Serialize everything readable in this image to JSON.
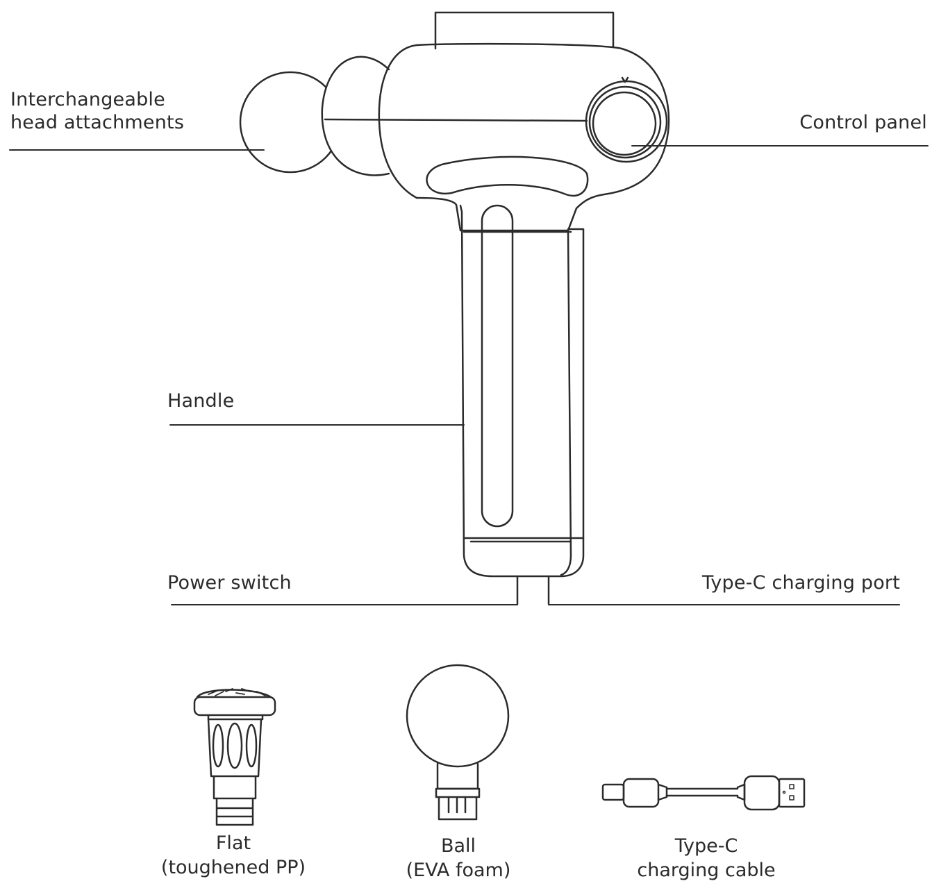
{
  "callouts": {
    "head_attachments": {
      "line1": "Interchangeable",
      "line2": "head attachments"
    },
    "control_panel": "Control panel",
    "handle": "Handle",
    "power_switch": "Power switch",
    "charging_port": "Type-C charging port"
  },
  "accessories": [
    {
      "line1": "Flat",
      "line2": "(toughened PP)"
    },
    {
      "line1": "Ball",
      "line2": "(EVA foam)"
    },
    {
      "line1": "Type-C",
      "line2": "charging cable"
    }
  ],
  "colors": {
    "line": "#2b2b2b",
    "background": "#ffffff"
  }
}
